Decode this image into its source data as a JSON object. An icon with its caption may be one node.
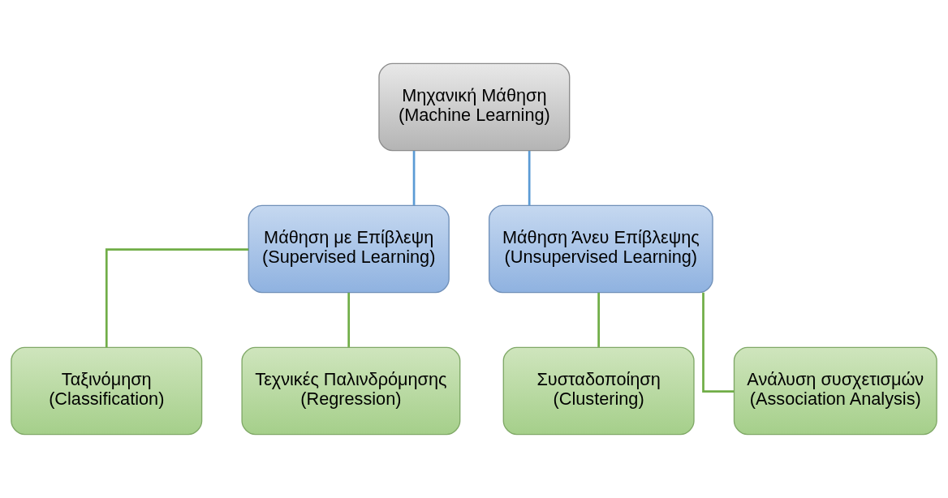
{
  "diagram": {
    "nodes": [
      {
        "text": [
          "Μηχανική Μάθηση",
          "(Machine Learning)"
        ]
      },
      {
        "text": [
          "Μάθηση με Επίβλεψη",
          "(Supervised Learning)"
        ]
      },
      {
        "text": [
          "Μάθηση Άνευ Επίβλεψης",
          "(Unsupervised Learning)"
        ]
      },
      {
        "text": [
          "Ταξινόμηση",
          "(Classification)"
        ]
      },
      {
        "text": [
          "Τεχνικές Παλινδρόμησης",
          "(Regression)"
        ]
      },
      {
        "text": [
          "Συσταδοποίηση",
          "(Clustering)"
        ]
      },
      {
        "text": [
          "Ανάλυση συσχετισμών",
          "(Association Analysis)"
        ]
      }
    ],
    "edges": [
      {
        "from": 0,
        "to": 1,
        "arrow": "none",
        "color": "#5b9bd5"
      },
      {
        "from": 0,
        "to": 2,
        "arrow": "none",
        "color": "#5b9bd5"
      },
      {
        "from": 1,
        "to": 3,
        "arrow": "none"
      },
      {
        "from": 1,
        "to": 4,
        "arrow": "none"
      },
      {
        "from": 2,
        "to": 5,
        "arrow": "none"
      },
      {
        "from": 2,
        "to": 6,
        "arrow": "none"
      }
    ]
  }
}
